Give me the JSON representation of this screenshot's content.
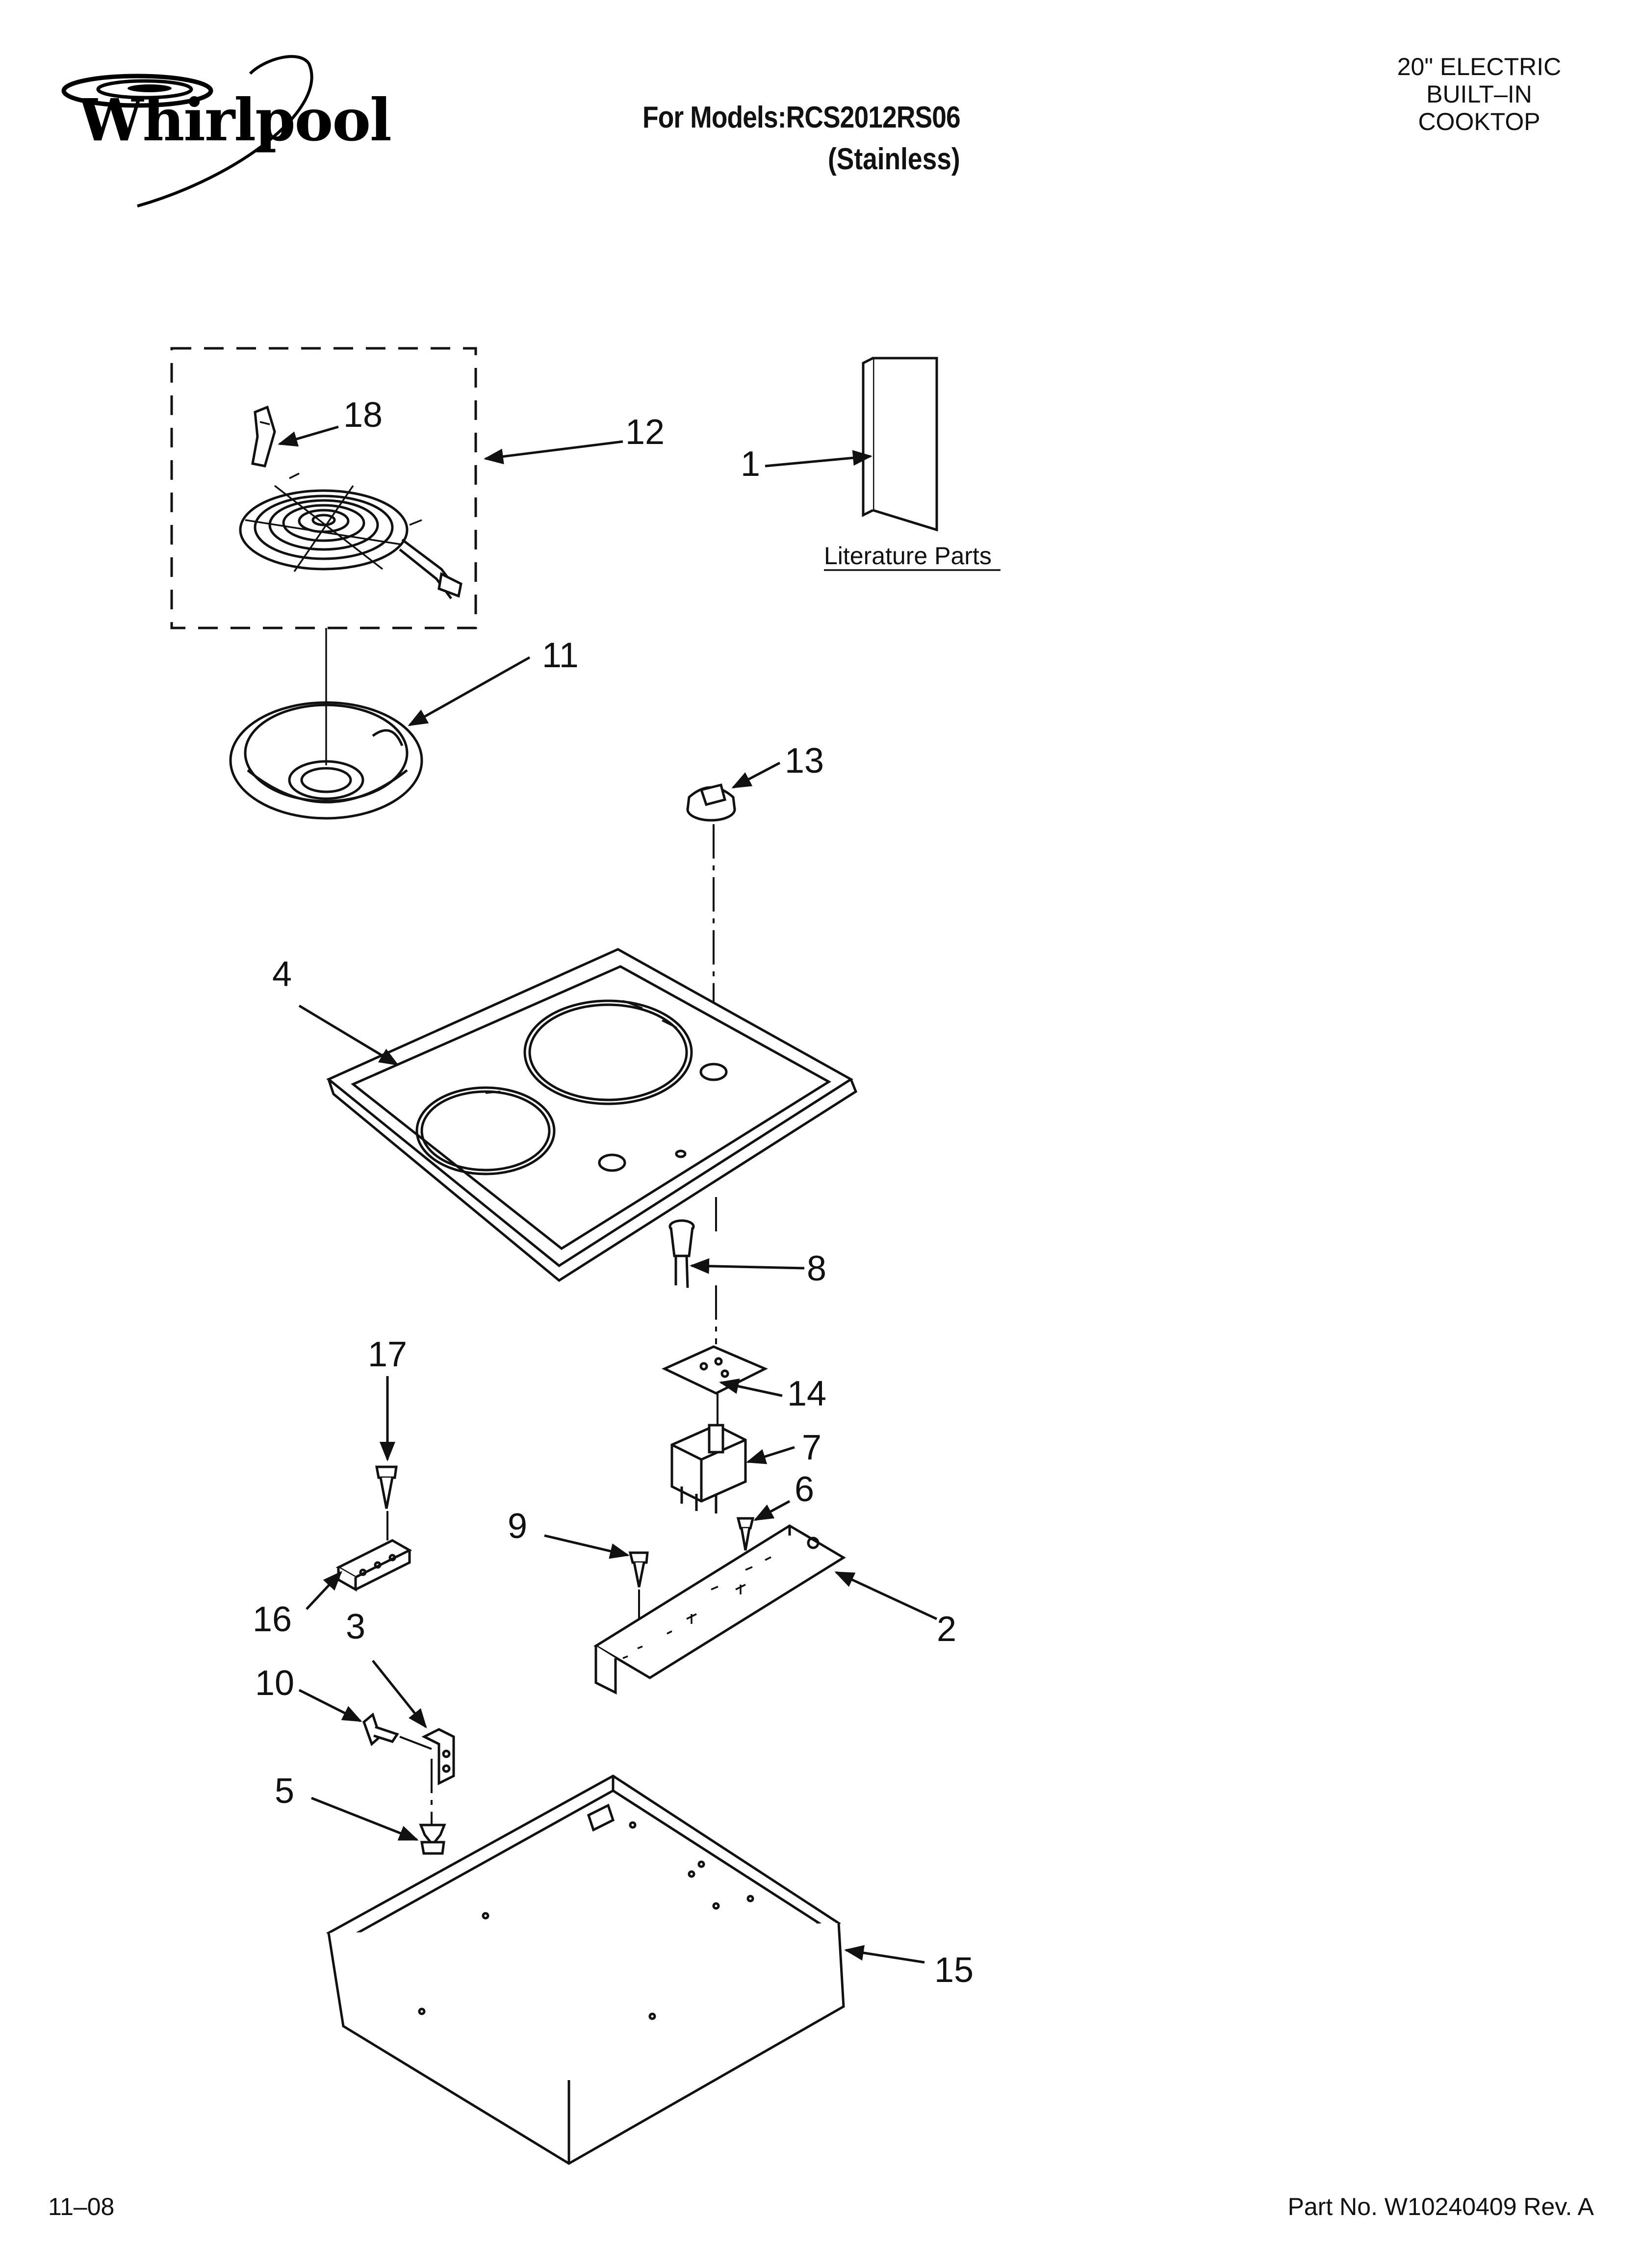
{
  "brand": {
    "name": "Whirlpool",
    "logo_icon": "swirl-icon"
  },
  "header": {
    "models_line": "For Models:RCS2012RS06",
    "finish_line": "(Stainless)",
    "product_lines": [
      "20\" ELECTRIC",
      "BUILT–IN",
      "COOKTOP"
    ]
  },
  "literature_label": "Literature Parts",
  "callouts": [
    "1",
    "2",
    "3",
    "4",
    "5",
    "6",
    "7",
    "8",
    "9",
    "10",
    "11",
    "12",
    "13",
    "14",
    "15",
    "16",
    "17",
    "18"
  ],
  "footer": {
    "date": "11–08",
    "part_number": "Part No. W10240409 Rev. A"
  }
}
